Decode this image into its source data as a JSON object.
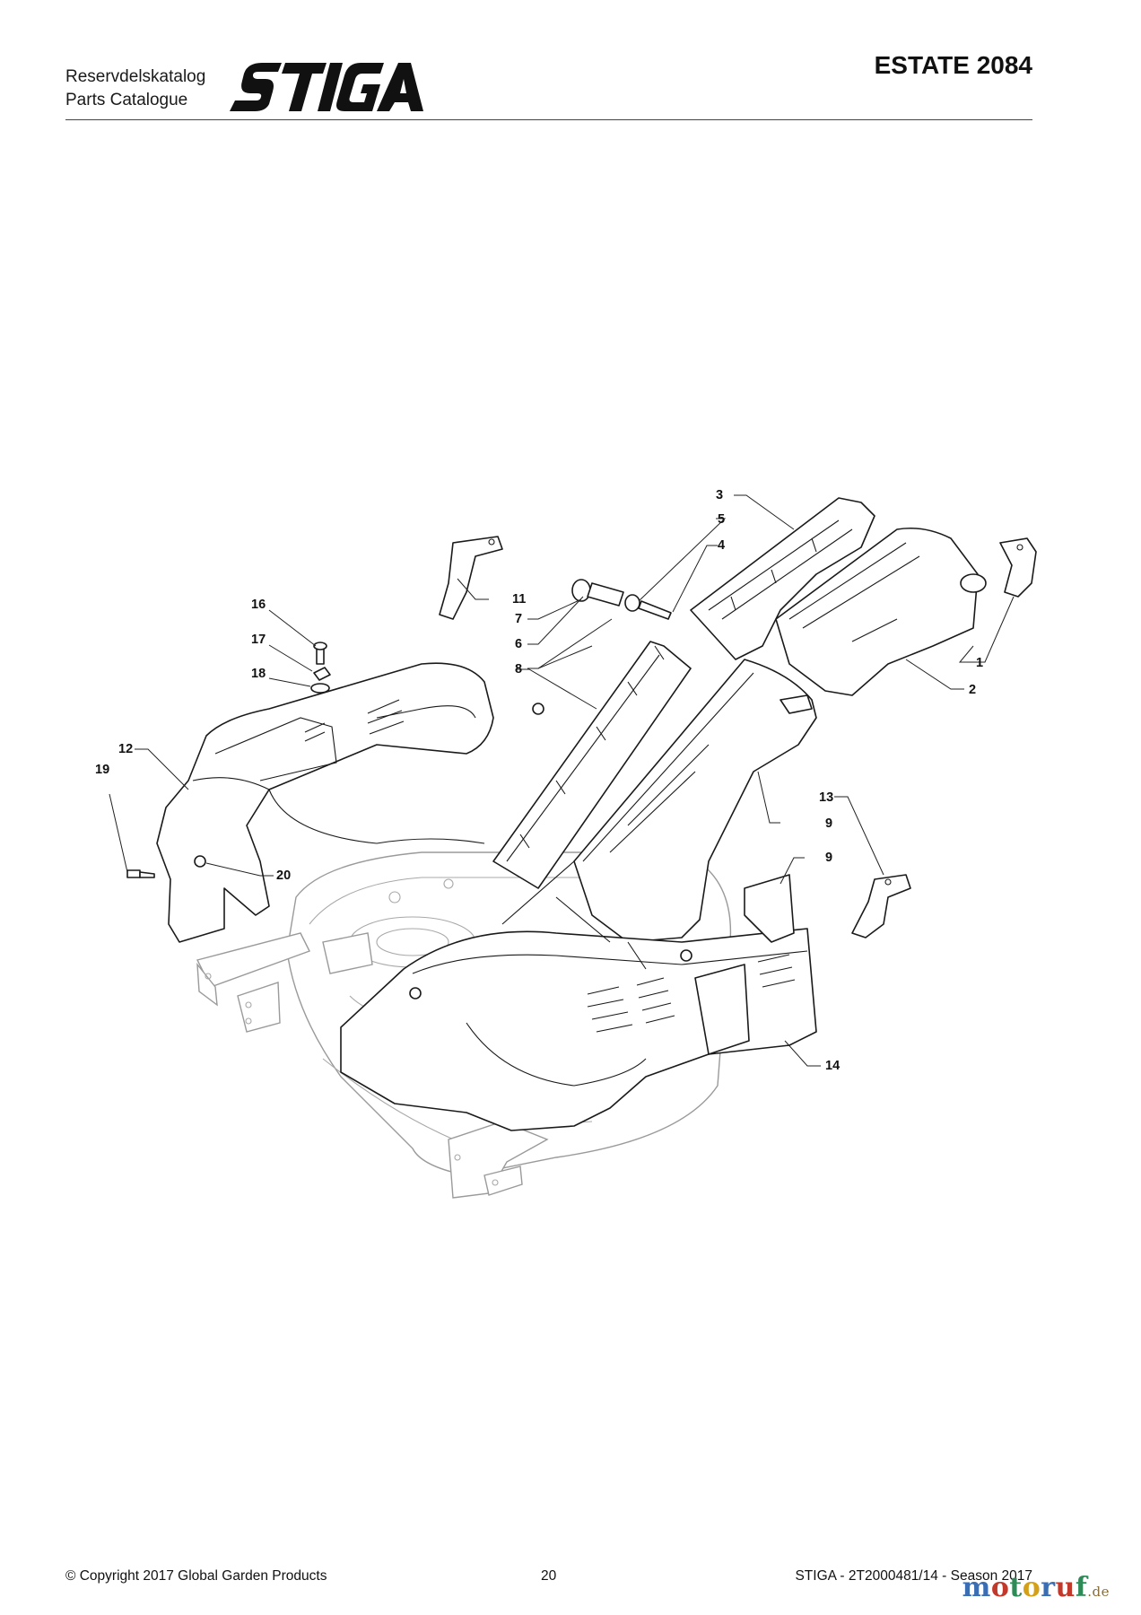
{
  "header": {
    "catalog_sv": "Reservdelskatalog",
    "catalog_en": "Parts Catalogue",
    "brand": "STIGA",
    "model": "ESTATE 2084"
  },
  "callouts": [
    "1",
    "2",
    "3",
    "4",
    "5",
    "6",
    "7",
    "8",
    "9",
    "9",
    "11",
    "12",
    "13",
    "14",
    "16",
    "17",
    "18",
    "19",
    "20"
  ],
  "footer": {
    "copyright": "© Copyright 2017 Global Garden Products",
    "page": "20",
    "docref": "STIGA - 2T2000481/14 - Season 2017"
  },
  "watermark": {
    "text": "motoruf",
    "suffix": ".de"
  },
  "colors": {
    "ink": "#111111",
    "deck_outline": "#9a9a9a",
    "rule": "#444444"
  }
}
